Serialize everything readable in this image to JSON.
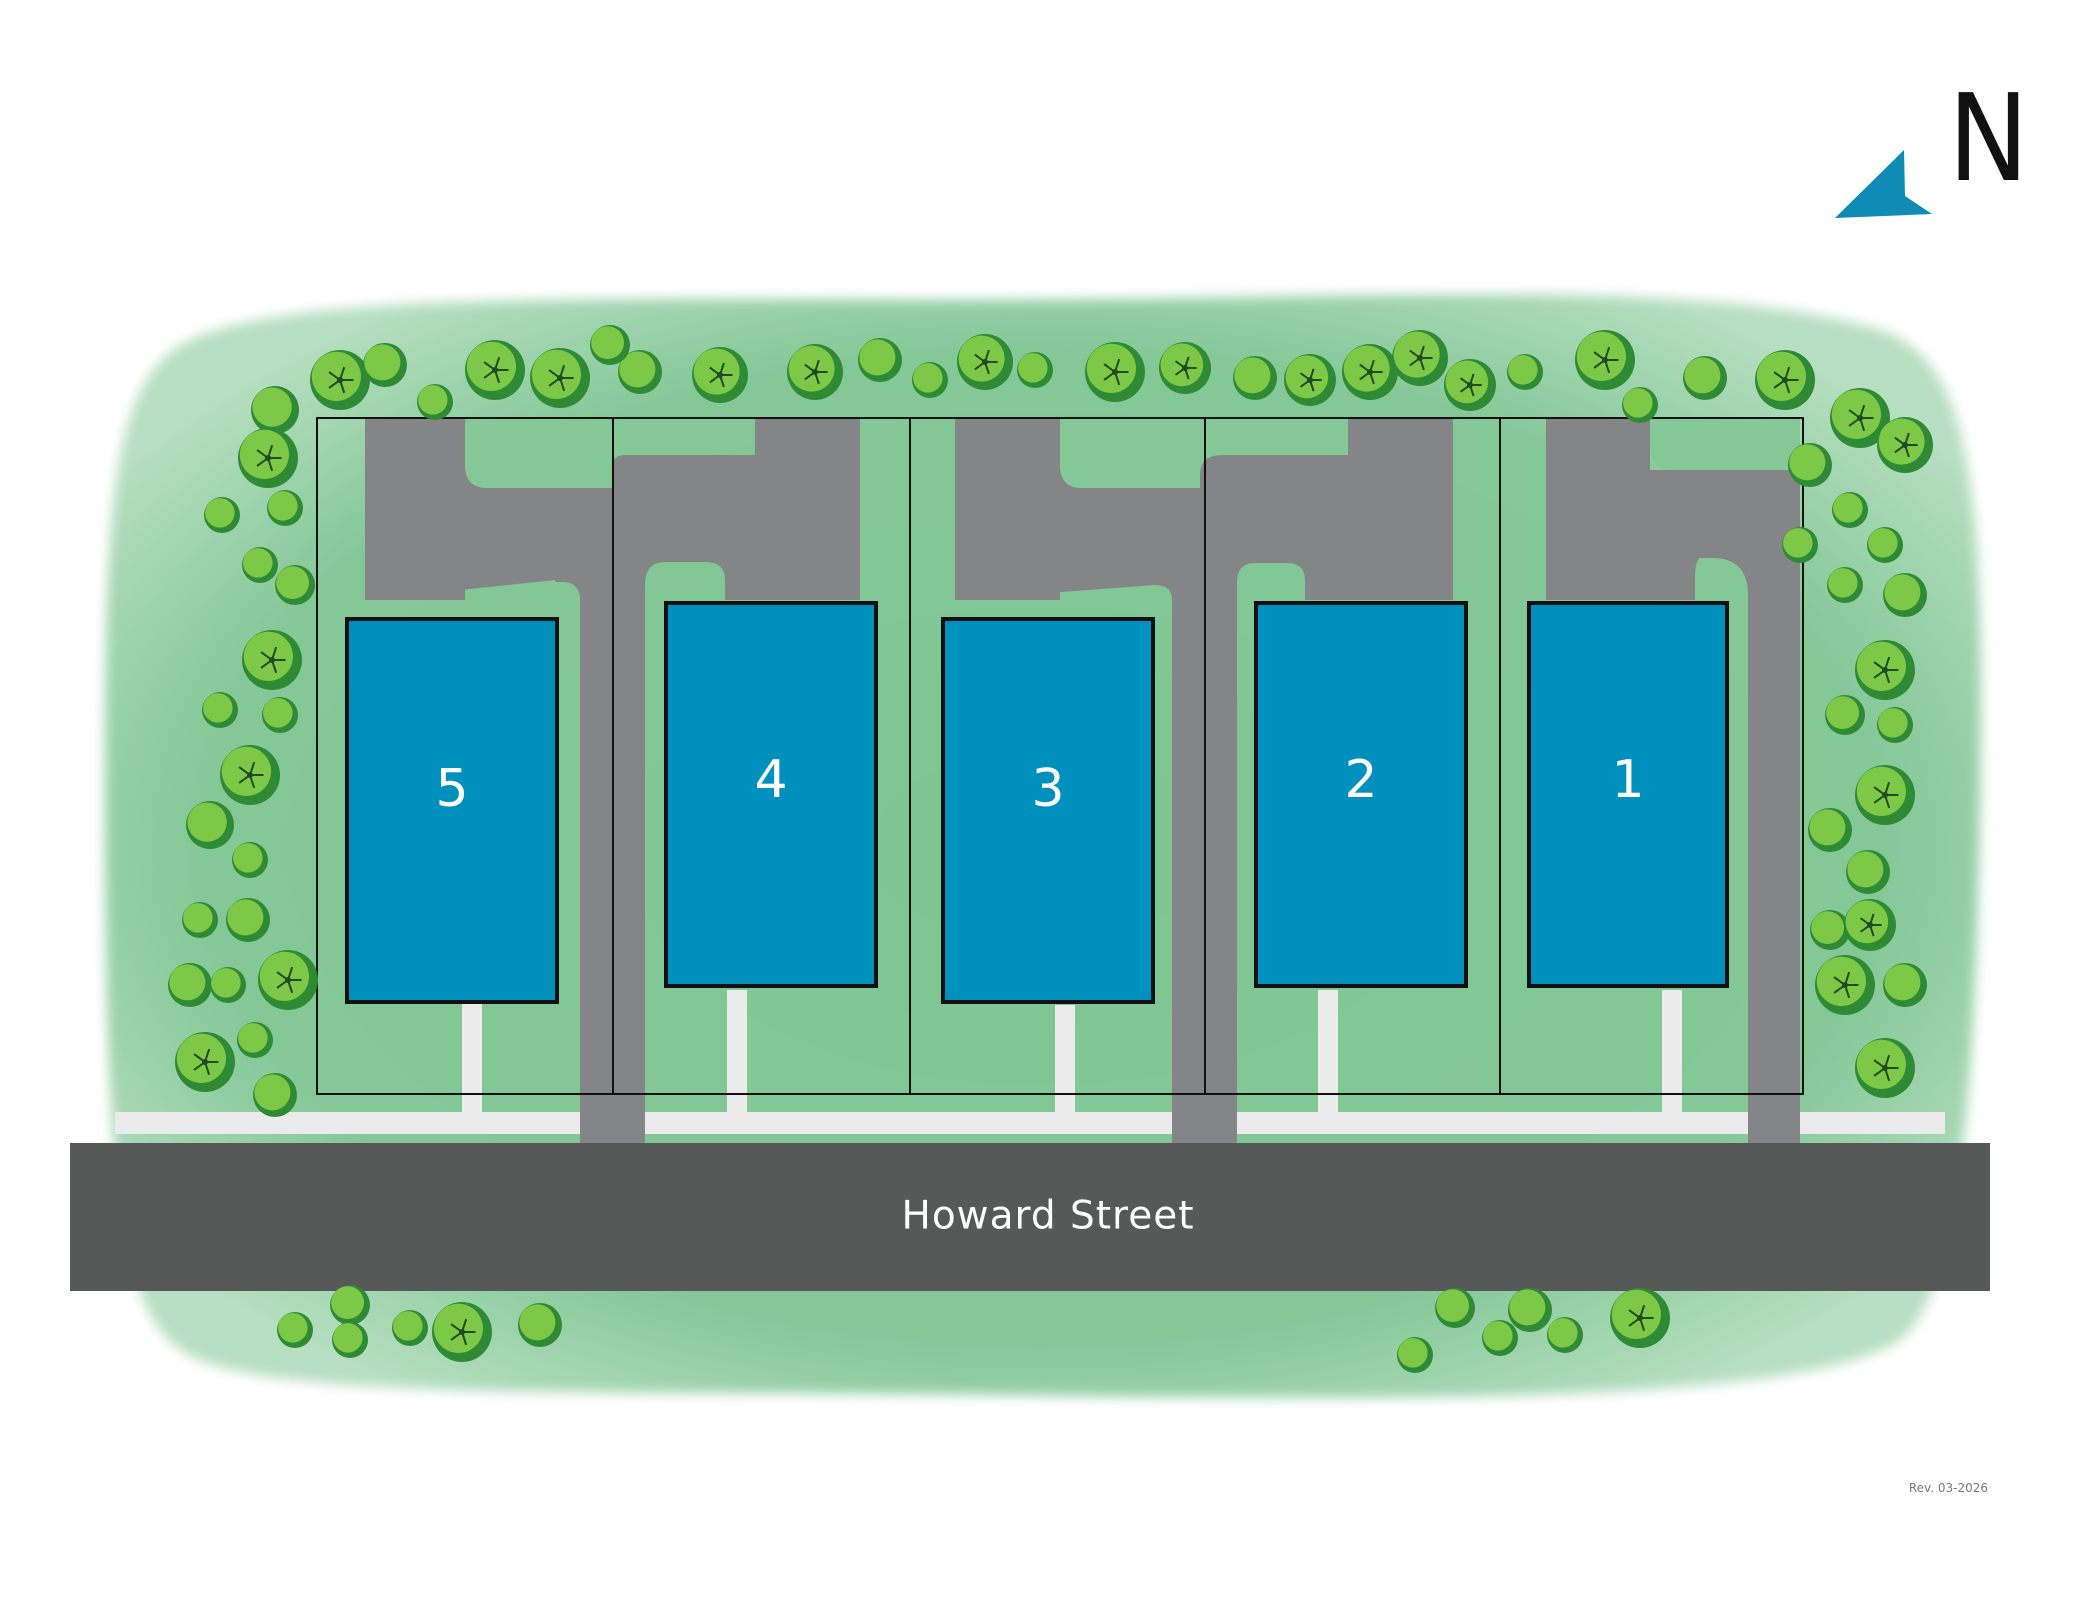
{
  "map": {
    "street_name": "Howard Street",
    "north_label": "N",
    "revision": "Rev. 03-2026",
    "lots": [
      {
        "number": "5"
      },
      {
        "number": "4"
      },
      {
        "number": "3"
      },
      {
        "number": "2"
      },
      {
        "number": "1"
      }
    ]
  },
  "colors": {
    "grass": "#8fcc9f",
    "street": "#575959",
    "driveway": "#848587",
    "sidewalk": "#ebebeb",
    "building": "#0090bd",
    "north_arrow": "#0f8bb5",
    "tree_light": "#7dc846",
    "tree_dark": "#2f8a35"
  }
}
